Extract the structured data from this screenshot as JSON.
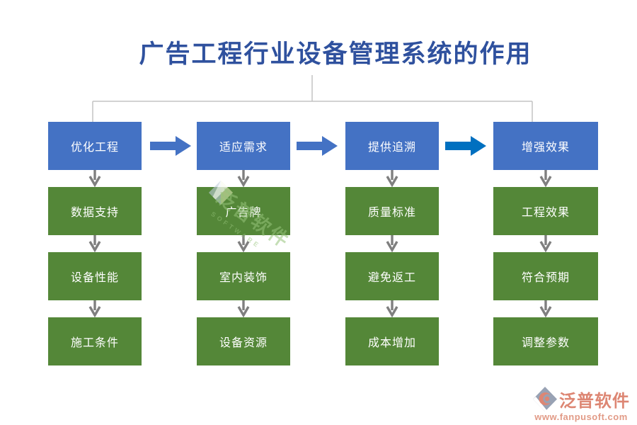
{
  "title": {
    "text": "广告工程行业设备管理系统的作用"
  },
  "columns": [
    {
      "header": "优化工程",
      "steps": [
        "数据支持",
        "设备性能",
        "施工条件"
      ]
    },
    {
      "header": "适应需求",
      "steps": [
        "广告牌",
        "室内装饰",
        "设备资源"
      ]
    },
    {
      "header": "提供追溯",
      "steps": [
        "质量标准",
        "避免返工",
        "成本增加"
      ]
    },
    {
      "header": "增强效果",
      "steps": [
        "工程效果",
        "符合预期",
        "调整参数"
      ]
    }
  ],
  "flow_arrows": [
    {
      "color": "#4472C4"
    },
    {
      "color": "#4472C4"
    },
    {
      "color": "#0070C0"
    }
  ],
  "watermark": {
    "text": "泛普软件",
    "subtext": "SOFTWARE"
  },
  "footer_logo": {
    "name": "泛普软件",
    "url": "www.fanpusoft.com"
  },
  "colors": {
    "title_blue": "#2F519E",
    "stage_blue": "#4472C4",
    "step_green": "#548738",
    "flow_arrow_blue": "#4472C4",
    "flow_arrow_bright_blue": "#0070C0",
    "down_arrow_gray": "#7F7F7F",
    "connector_gray": "#C3C3C3",
    "logo_coral": "#DD8673"
  }
}
